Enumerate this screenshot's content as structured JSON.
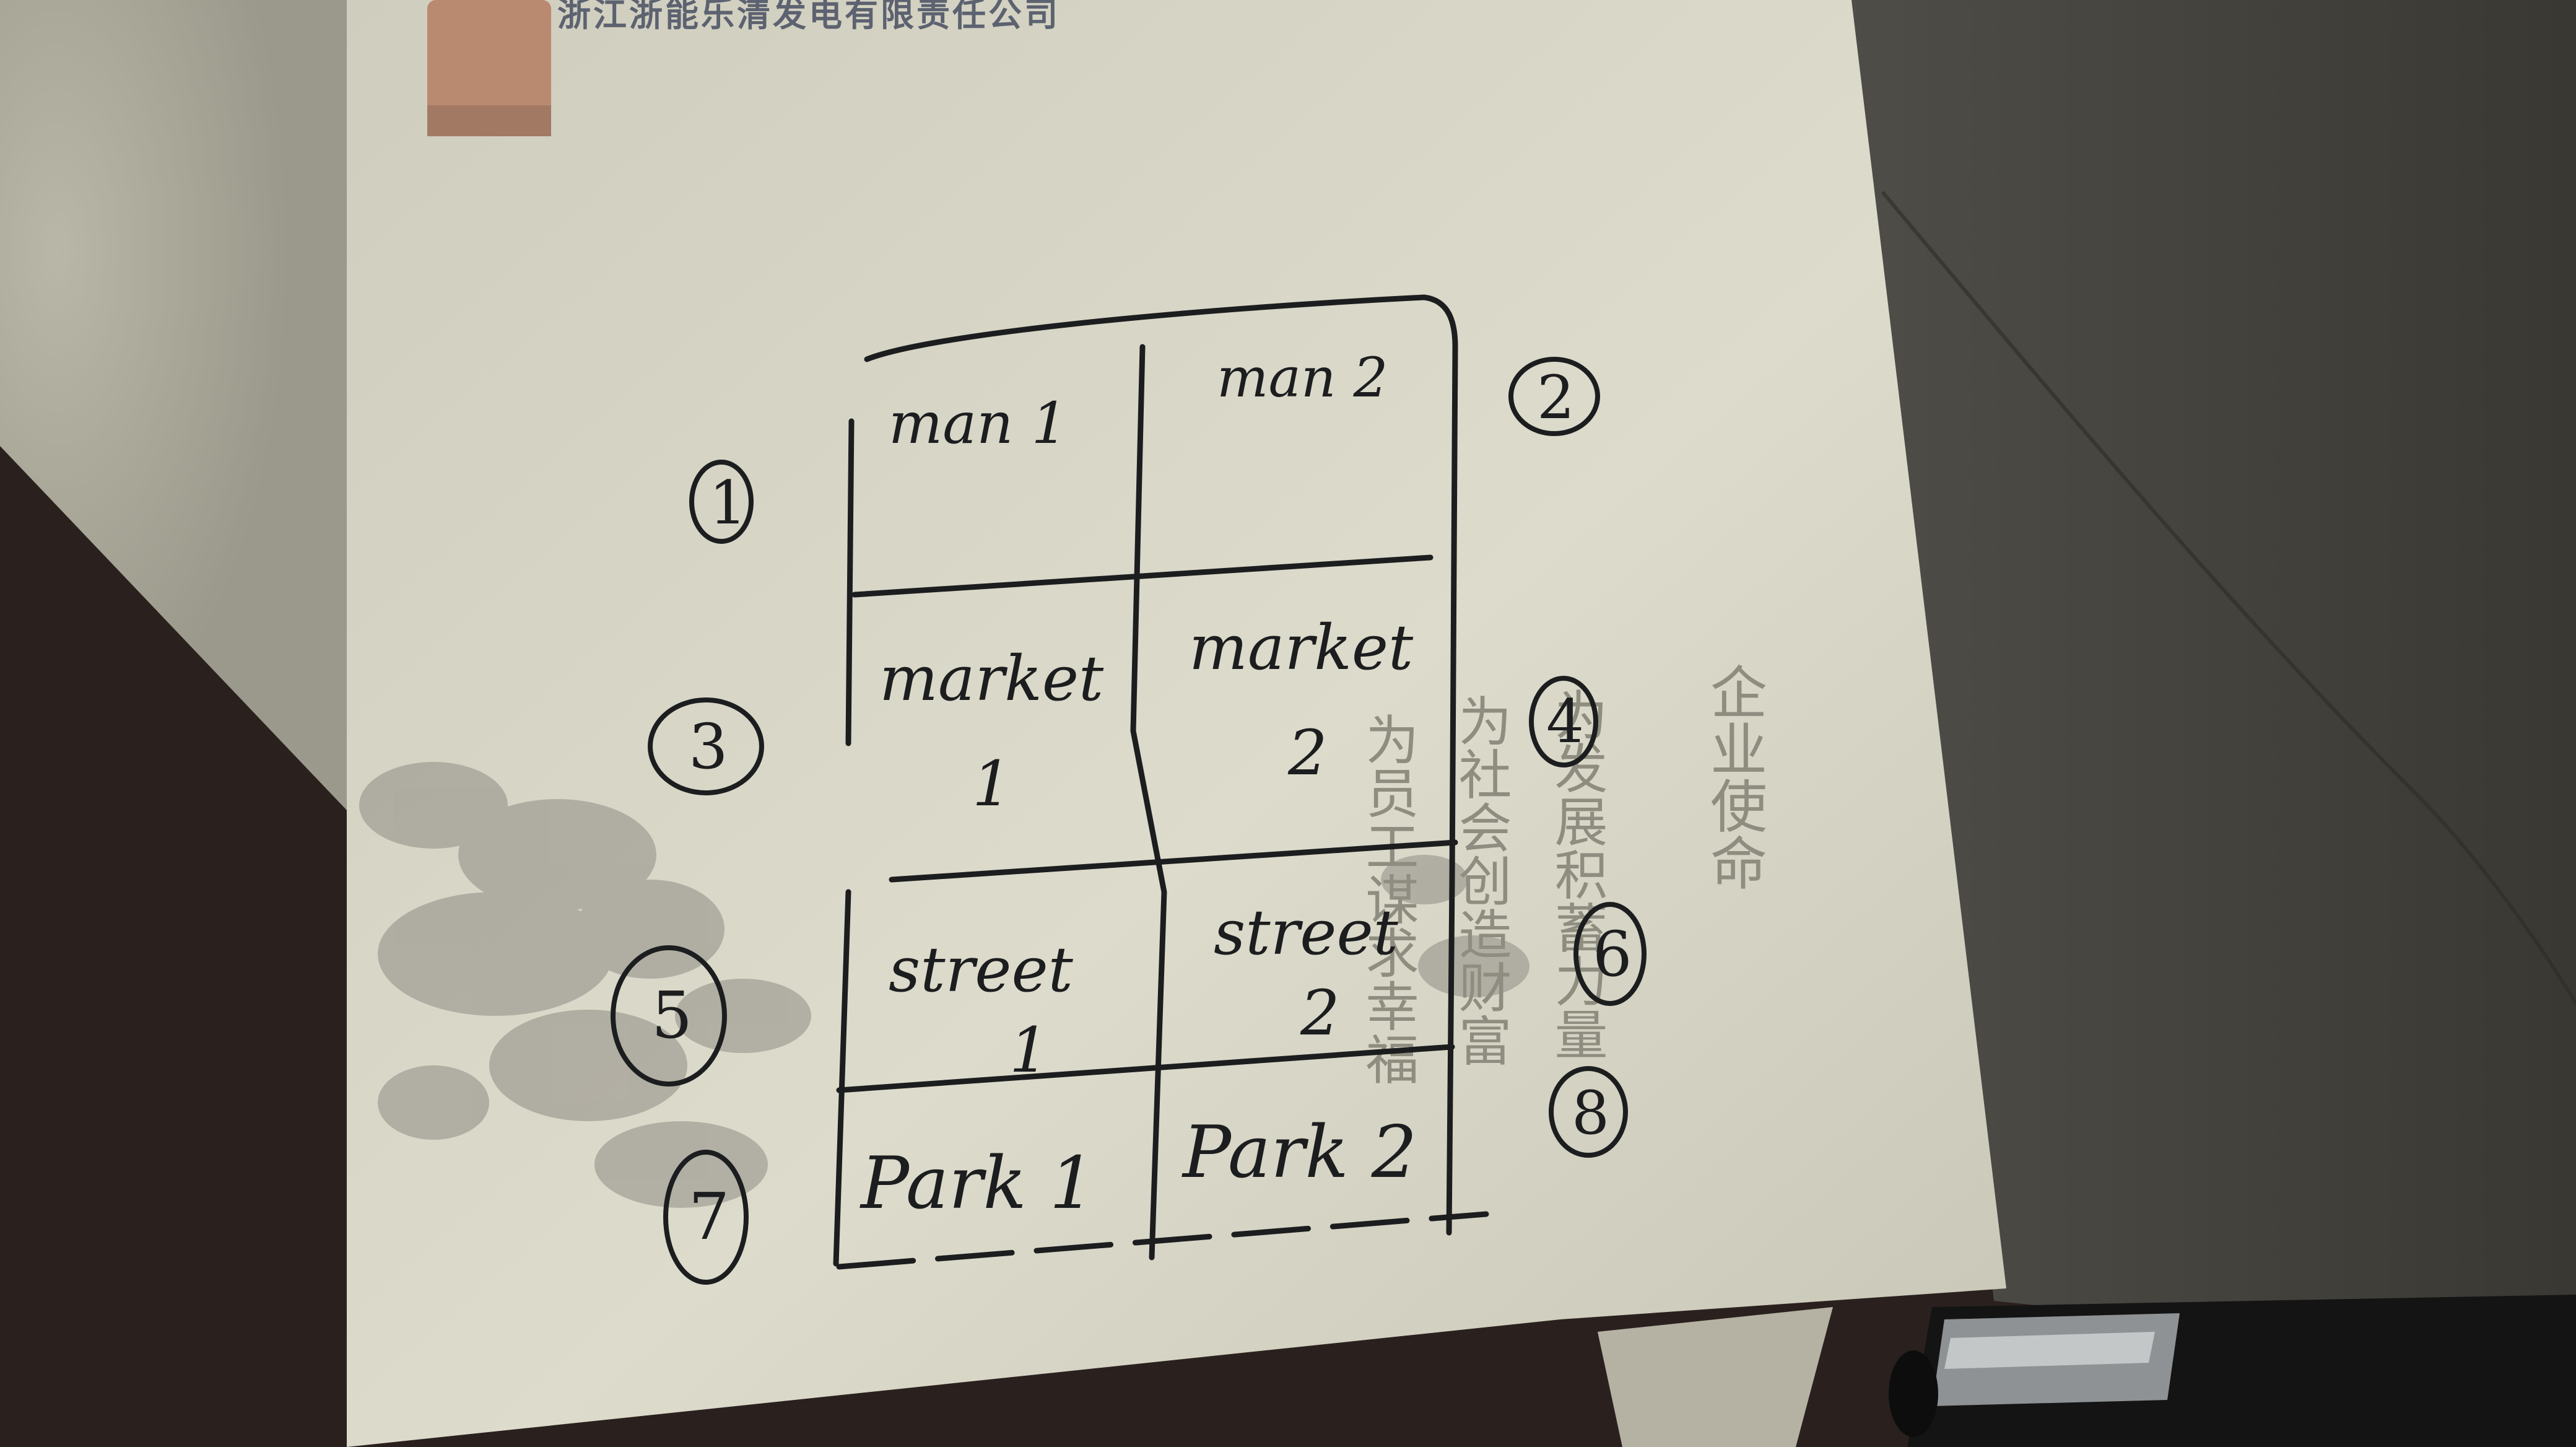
{
  "letterhead": {
    "company": "浙江浙能乐清发电有限责任公司"
  },
  "sketch": {
    "grid": [
      {
        "left": "man 1",
        "right": "man 2"
      },
      {
        "left": "market\n1",
        "right": "market\n2"
      },
      {
        "left": "street\n1",
        "right": "street\n2"
      },
      {
        "left": "Park 1",
        "right": "Park 2"
      }
    ],
    "circled_numbers": [
      "1",
      "2",
      "3",
      "4",
      "5",
      "6",
      "7",
      "8"
    ]
  },
  "printed_text": {
    "mission_title": "企业使命",
    "slogan_col1": "为员工谋求幸福",
    "slogan_col2": "为社会创造财富",
    "slogan_col3": "为发展积蓄力量"
  },
  "colors": {
    "background": "#2a211f",
    "paper": "#d8d6c6",
    "ink": "#1c1d1f",
    "print_gray": "#8f8d80"
  }
}
